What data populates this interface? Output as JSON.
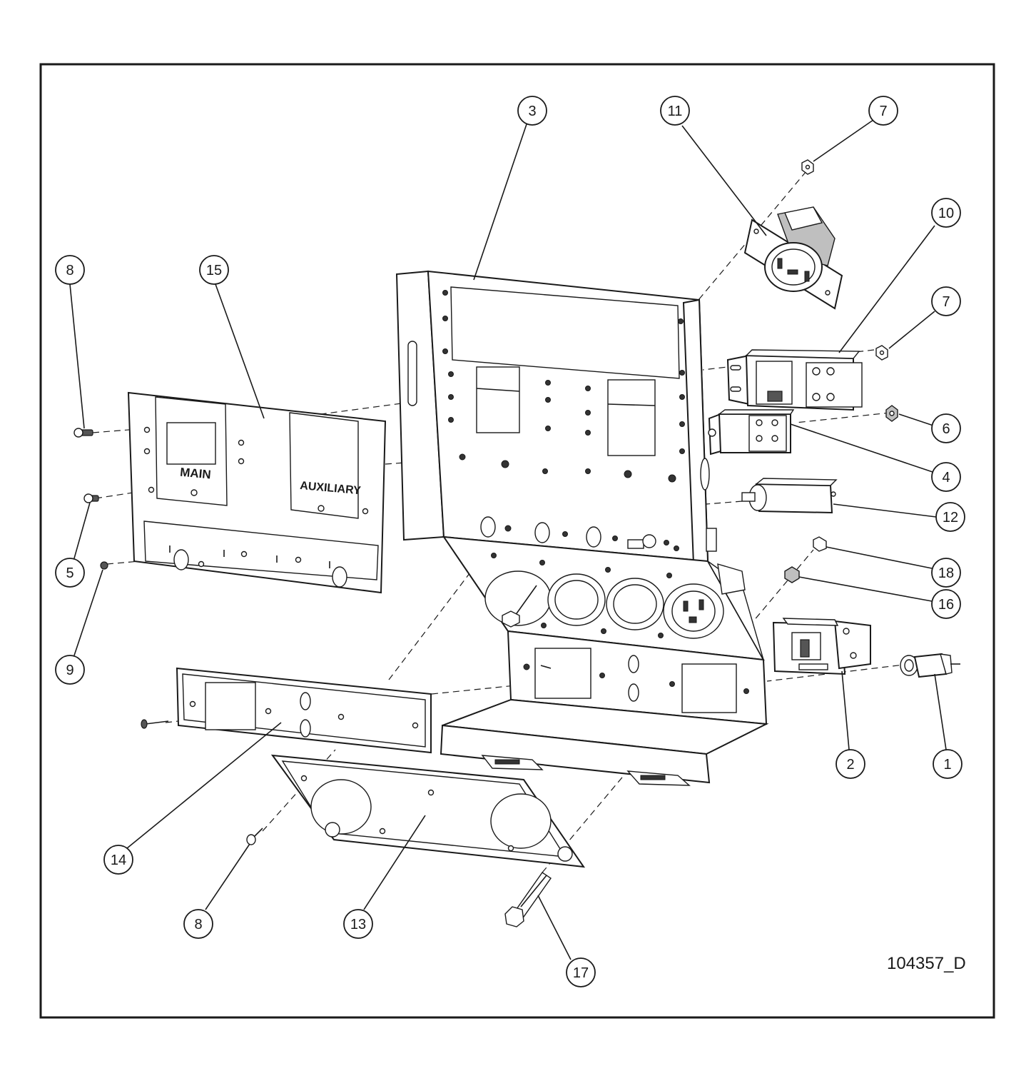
{
  "drawing_number": "104357_D",
  "panel_labels": {
    "main": "MAIN",
    "auxiliary": "AUXILIARY"
  },
  "callouts": [
    "1",
    "2",
    "3",
    "4",
    "5",
    "6",
    "7",
    "7",
    "8",
    "8",
    "9",
    "10",
    "11",
    "12",
    "13",
    "14",
    "15",
    "16",
    "17",
    "18"
  ],
  "callout_items": {
    "c1": "1",
    "c2": "2",
    "c3": "3",
    "c4": "4",
    "c5": "5",
    "c6": "6",
    "c7a": "7",
    "c7b": "7",
    "c8a": "8",
    "c8b": "8",
    "c9": "9",
    "c10": "10",
    "c11": "11",
    "c12": "12",
    "c13": "13",
    "c14": "14",
    "c15": "15",
    "c16": "16",
    "c17": "17",
    "c18": "18"
  },
  "colors": {
    "line": "#1a1a1a",
    "shade": "#bfbfbf",
    "background": "#ffffff"
  }
}
